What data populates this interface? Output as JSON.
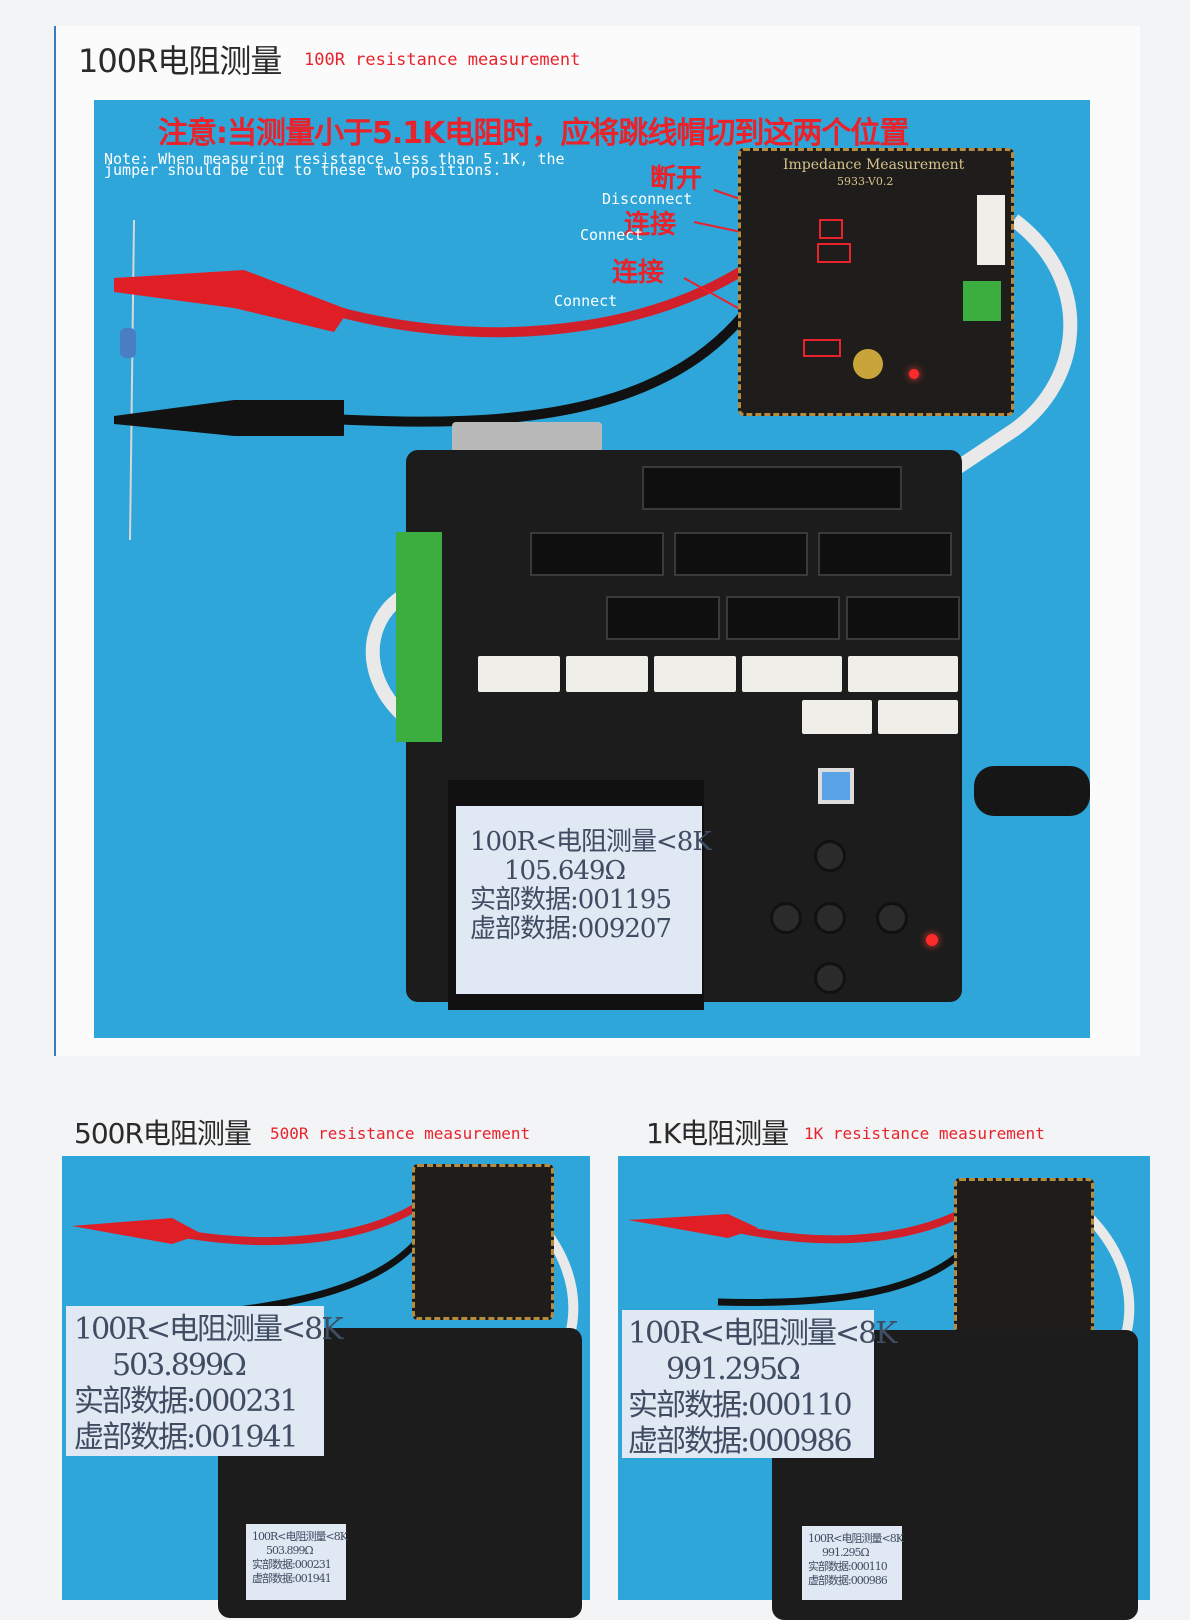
{
  "sections": {
    "main": {
      "title_cn": "100R电阻测量",
      "title_en": "100R resistance measurement",
      "warning_cn": "注意:当测量小于5.1K电阻时，应将跳线帽切到这两个位置",
      "warning_en": "Note: When measuring resistance less than 5.1K, the jumper should be cut to these two positions.",
      "label_disconnect_cn": "断开",
      "label_disconnect_en": "Disconnect",
      "label_connect1_cn": "连接",
      "label_connect1_en": "Connect",
      "label_connect2_cn": "连接",
      "label_connect2_en": "Connect",
      "module_label": "Impedance Measurement",
      "module_version": "5933-V0.2",
      "lcd": {
        "line1": "100R<电阻测量<8K",
        "line2": "105.649Ω",
        "line3": "实部数据:001195",
        "line4": "虚部数据:009207"
      }
    },
    "bottom_left": {
      "title_cn": "500R电阻测量",
      "title_en": "500R resistance measurement",
      "lcd": {
        "line1": "100R<电阻测量<8K",
        "line2": "503.899Ω",
        "line3": "实部数据:000231",
        "line4": "虚部数据:001941"
      }
    },
    "bottom_right": {
      "title_cn": "1K电阻测量",
      "title_en": "1K resistance measurement",
      "lcd": {
        "line1": "100R<电阻测量<8K",
        "line2": "991.295Ω",
        "line3": "实部数据:000110",
        "line4": "虚部数据:000986"
      }
    }
  },
  "colors": {
    "background_blue": "#2ea6d9",
    "accent_red": "#e8232c",
    "board_black": "#1c1c1c",
    "lcd_bg": "#dfe8f3"
  }
}
